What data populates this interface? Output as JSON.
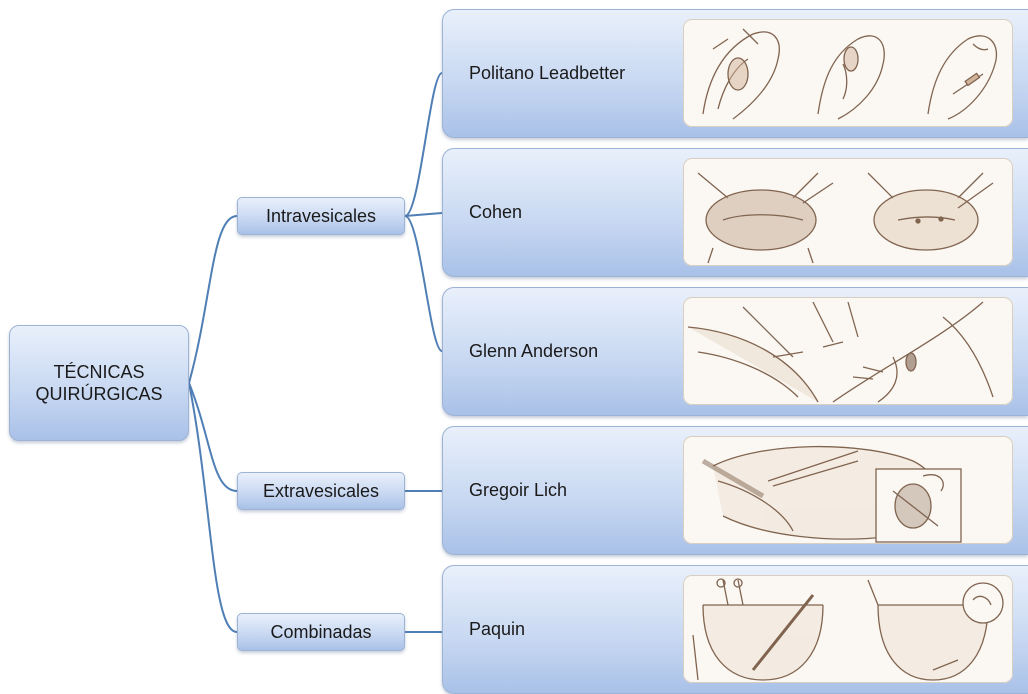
{
  "root": {
    "line1": "TÉCNICAS",
    "line2": "QUIRÚRGICAS"
  },
  "categories": [
    {
      "label": "Intravesicales"
    },
    {
      "label": "Extravesicales"
    },
    {
      "label": "Combinadas"
    }
  ],
  "techniques": [
    {
      "label": "Politano Leadbetter"
    },
    {
      "label": "Cohen"
    },
    {
      "label": "Glenn Anderson"
    },
    {
      "label": "Gregoir Lich"
    },
    {
      "label": "Paquin"
    }
  ],
  "colors": {
    "connector": "#4f7fb5",
    "box_light": "#e9f0fb",
    "box_dark": "#a9c1e8",
    "sketch": "#6b4a33"
  }
}
